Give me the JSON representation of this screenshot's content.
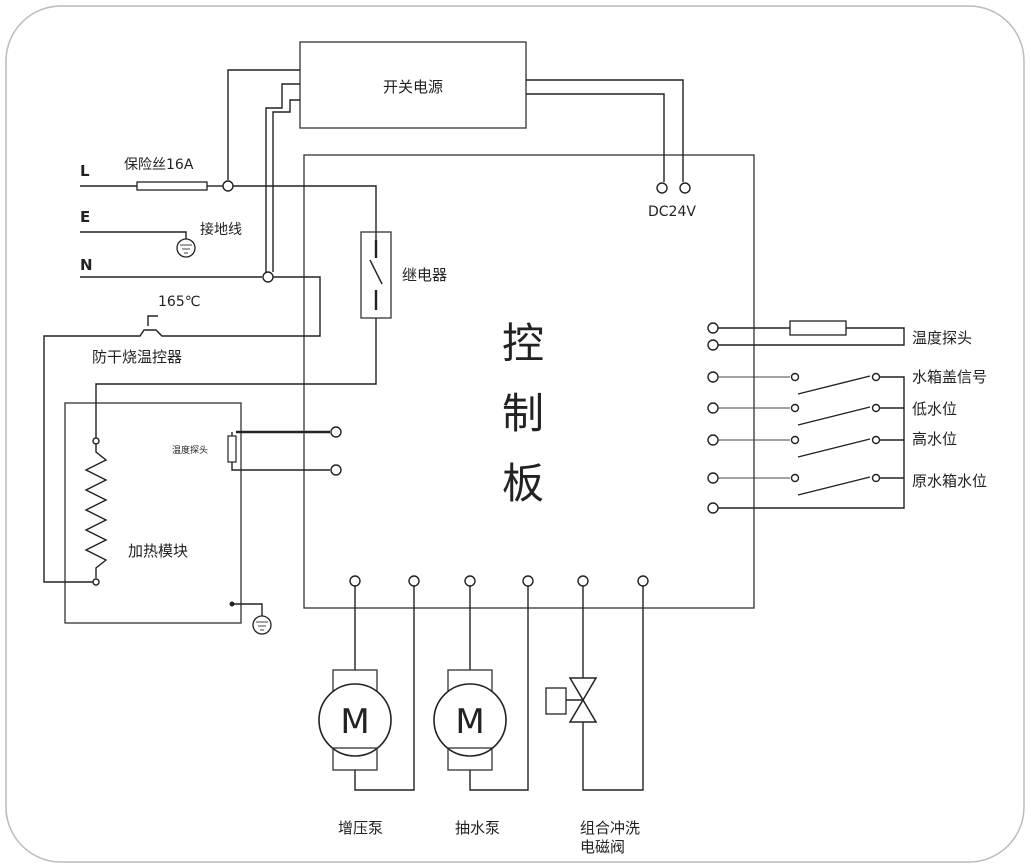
{
  "power_supply": {
    "label": "开关电源"
  },
  "control_board": {
    "label_chars": [
      "控",
      "制",
      "板"
    ]
  },
  "inputs": {
    "line": "L",
    "earth": "E",
    "neutral": "N"
  },
  "fuse": {
    "label": "保险丝16A"
  },
  "earth_wire": {
    "label": "接地线"
  },
  "thermostat": {
    "temp": "165℃",
    "label": "防干烧温控器"
  },
  "relay": {
    "label": "继电器"
  },
  "dc_output": {
    "label": "DC24V"
  },
  "heater": {
    "label": "加热模块",
    "probe_label": "温度探头"
  },
  "right_panel": {
    "temp_probe": "温度探头",
    "tank_lid": "水箱盖信号",
    "low_level": "低水位",
    "high_level": "高水位",
    "raw_tank_level": "原水箱水位"
  },
  "bottom": {
    "booster_pump": "增压泵",
    "draw_pump": "抽水泵",
    "valve_line1": "组合冲洗",
    "valve_line2": "电磁阀",
    "motor_letter": "M"
  }
}
